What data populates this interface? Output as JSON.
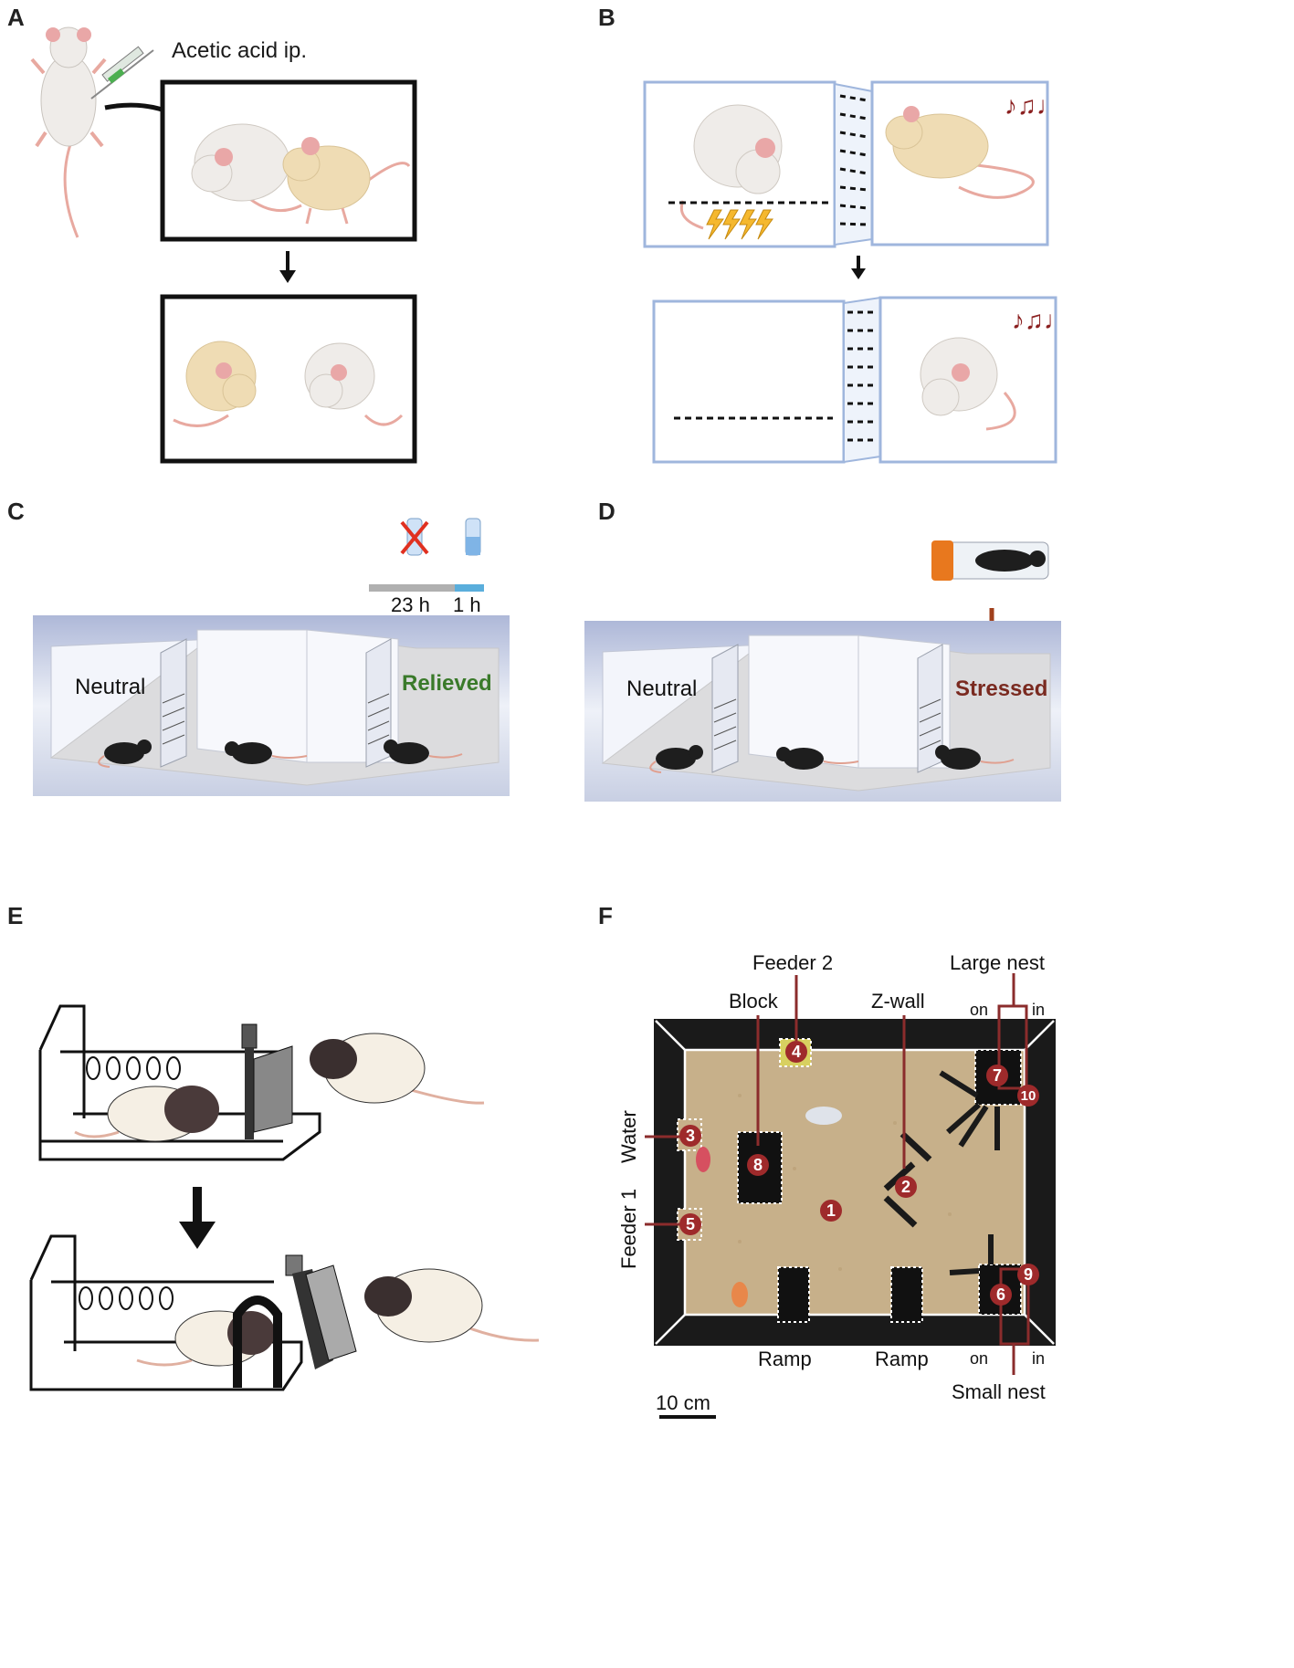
{
  "panels": {
    "A": {
      "letter": "A",
      "injection_label": "Acetic acid ip."
    },
    "B": {
      "letter": "B"
    },
    "C": {
      "letter": "C",
      "time_labels": [
        "23 h",
        "1 h"
      ],
      "left_label": "Neutral",
      "right_label": "Relieved",
      "right_label_color": "#3a7a2a"
    },
    "D": {
      "letter": "D",
      "left_label": "Neutral",
      "right_label": "Stressed",
      "right_label_color": "#7a2a20",
      "arrow_color": "#a0401c"
    },
    "E": {
      "letter": "E"
    },
    "F": {
      "letter": "F",
      "labels": {
        "feeder2": "Feeder 2",
        "large_nest": "Large nest",
        "block": "Block",
        "zwall": "Z-wall",
        "on_top": "on",
        "in_top": "in",
        "water": "Water",
        "feeder1": "Feeder 1",
        "ramp_left": "Ramp",
        "ramp_right": "Ramp",
        "on_bottom": "on",
        "in_bottom": "in",
        "small_nest": "Small nest",
        "scale": "10 cm"
      },
      "markers": [
        "1",
        "2",
        "3",
        "4",
        "5",
        "6",
        "7",
        "8",
        "9",
        "10"
      ],
      "marker_color": "#9e2a2b",
      "line_color": "#8b2c2c"
    }
  },
  "colors": {
    "mouse_white": "#efece9",
    "mouse_tan": "#efdcb4",
    "ear_pink": "#e9a7a7",
    "tail": "#e8a9a0",
    "box_blue": "#9fb6dd",
    "arena_floor": "#c7b08a"
  }
}
